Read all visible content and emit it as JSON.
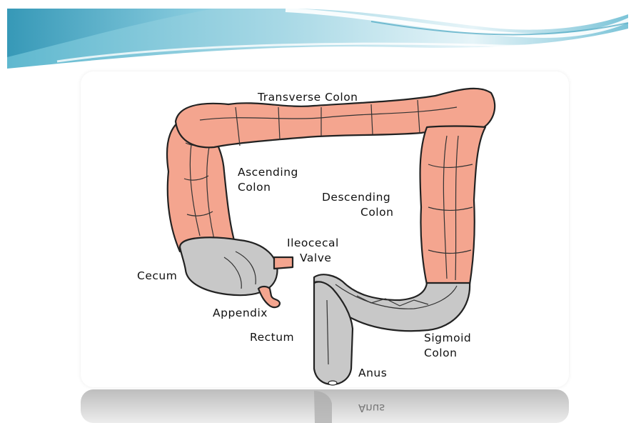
{
  "labels": {
    "transverse_colon": "Transverse Colon",
    "ascending_colon_1": "Ascending",
    "ascending_colon_2": "Colon",
    "descending_colon_1": "Descending",
    "descending_colon_2": "Colon",
    "ileocecal_valve_1": "Ileocecal",
    "ileocecal_valve_2": "Valve",
    "cecum": "Cecum",
    "appendix": "Appendix",
    "rectum": "Rectum",
    "sigmoid_colon_1": "Sigmoid",
    "sigmoid_colon_2": "Colon",
    "anus": "Anus",
    "reflection_text": "Anus"
  },
  "colors": {
    "colon_salmon": "#f4a58f",
    "colon_grey": "#c8c8c8",
    "header_teal": "#3fa8c4",
    "header_light": "#bfe4ee",
    "reflection_grey": "#d8d8d8"
  }
}
